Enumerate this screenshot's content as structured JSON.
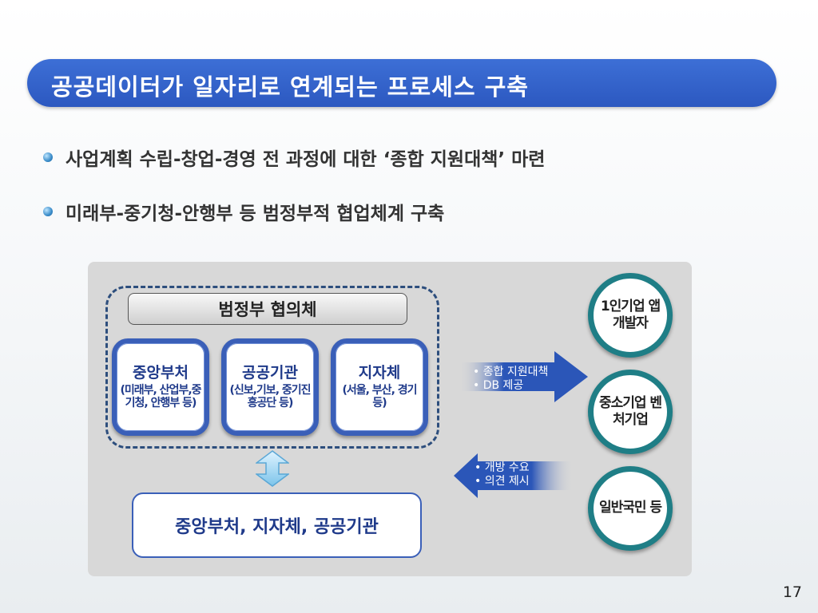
{
  "slide": {
    "title": "공공데이터가 일자리로 연계되는 프로세스 구축",
    "bullets": [
      "사업계획 수립-창업-경영 전 과정에 대한 ‘종합 지원대책’ 마련",
      "미래부-중기청-안행부 등 범정부적 협업체계 구축"
    ],
    "page_number": "17"
  },
  "diagram": {
    "council_label": "범정부 협의체",
    "orgs": [
      {
        "name": "중앙부처",
        "desc": "(미래부, 산업부,중기청, 안행부 등)"
      },
      {
        "name": "공공기관",
        "desc": "(신보,기보, 중기진흥공단 등)"
      },
      {
        "name": "지자체",
        "desc": "(서울, 부산, 경기 등)"
      }
    ],
    "result_label": "중앙부처, 지자체, 공공기관",
    "arrow_right_lines": [
      "• 종합 지원대책",
      "• DB 제공"
    ],
    "arrow_left_lines": [
      "• 개방 수요",
      "• 의견 제시"
    ],
    "targets": [
      "1인기업 앱 개발자",
      "중소기업 벤처기업",
      "일반국민 등"
    ]
  },
  "colors": {
    "title_bar": "#2c58c0",
    "org_border": "#3a5fb8",
    "circle_border": "#1f7e86",
    "arrow": "#2b56b8"
  }
}
